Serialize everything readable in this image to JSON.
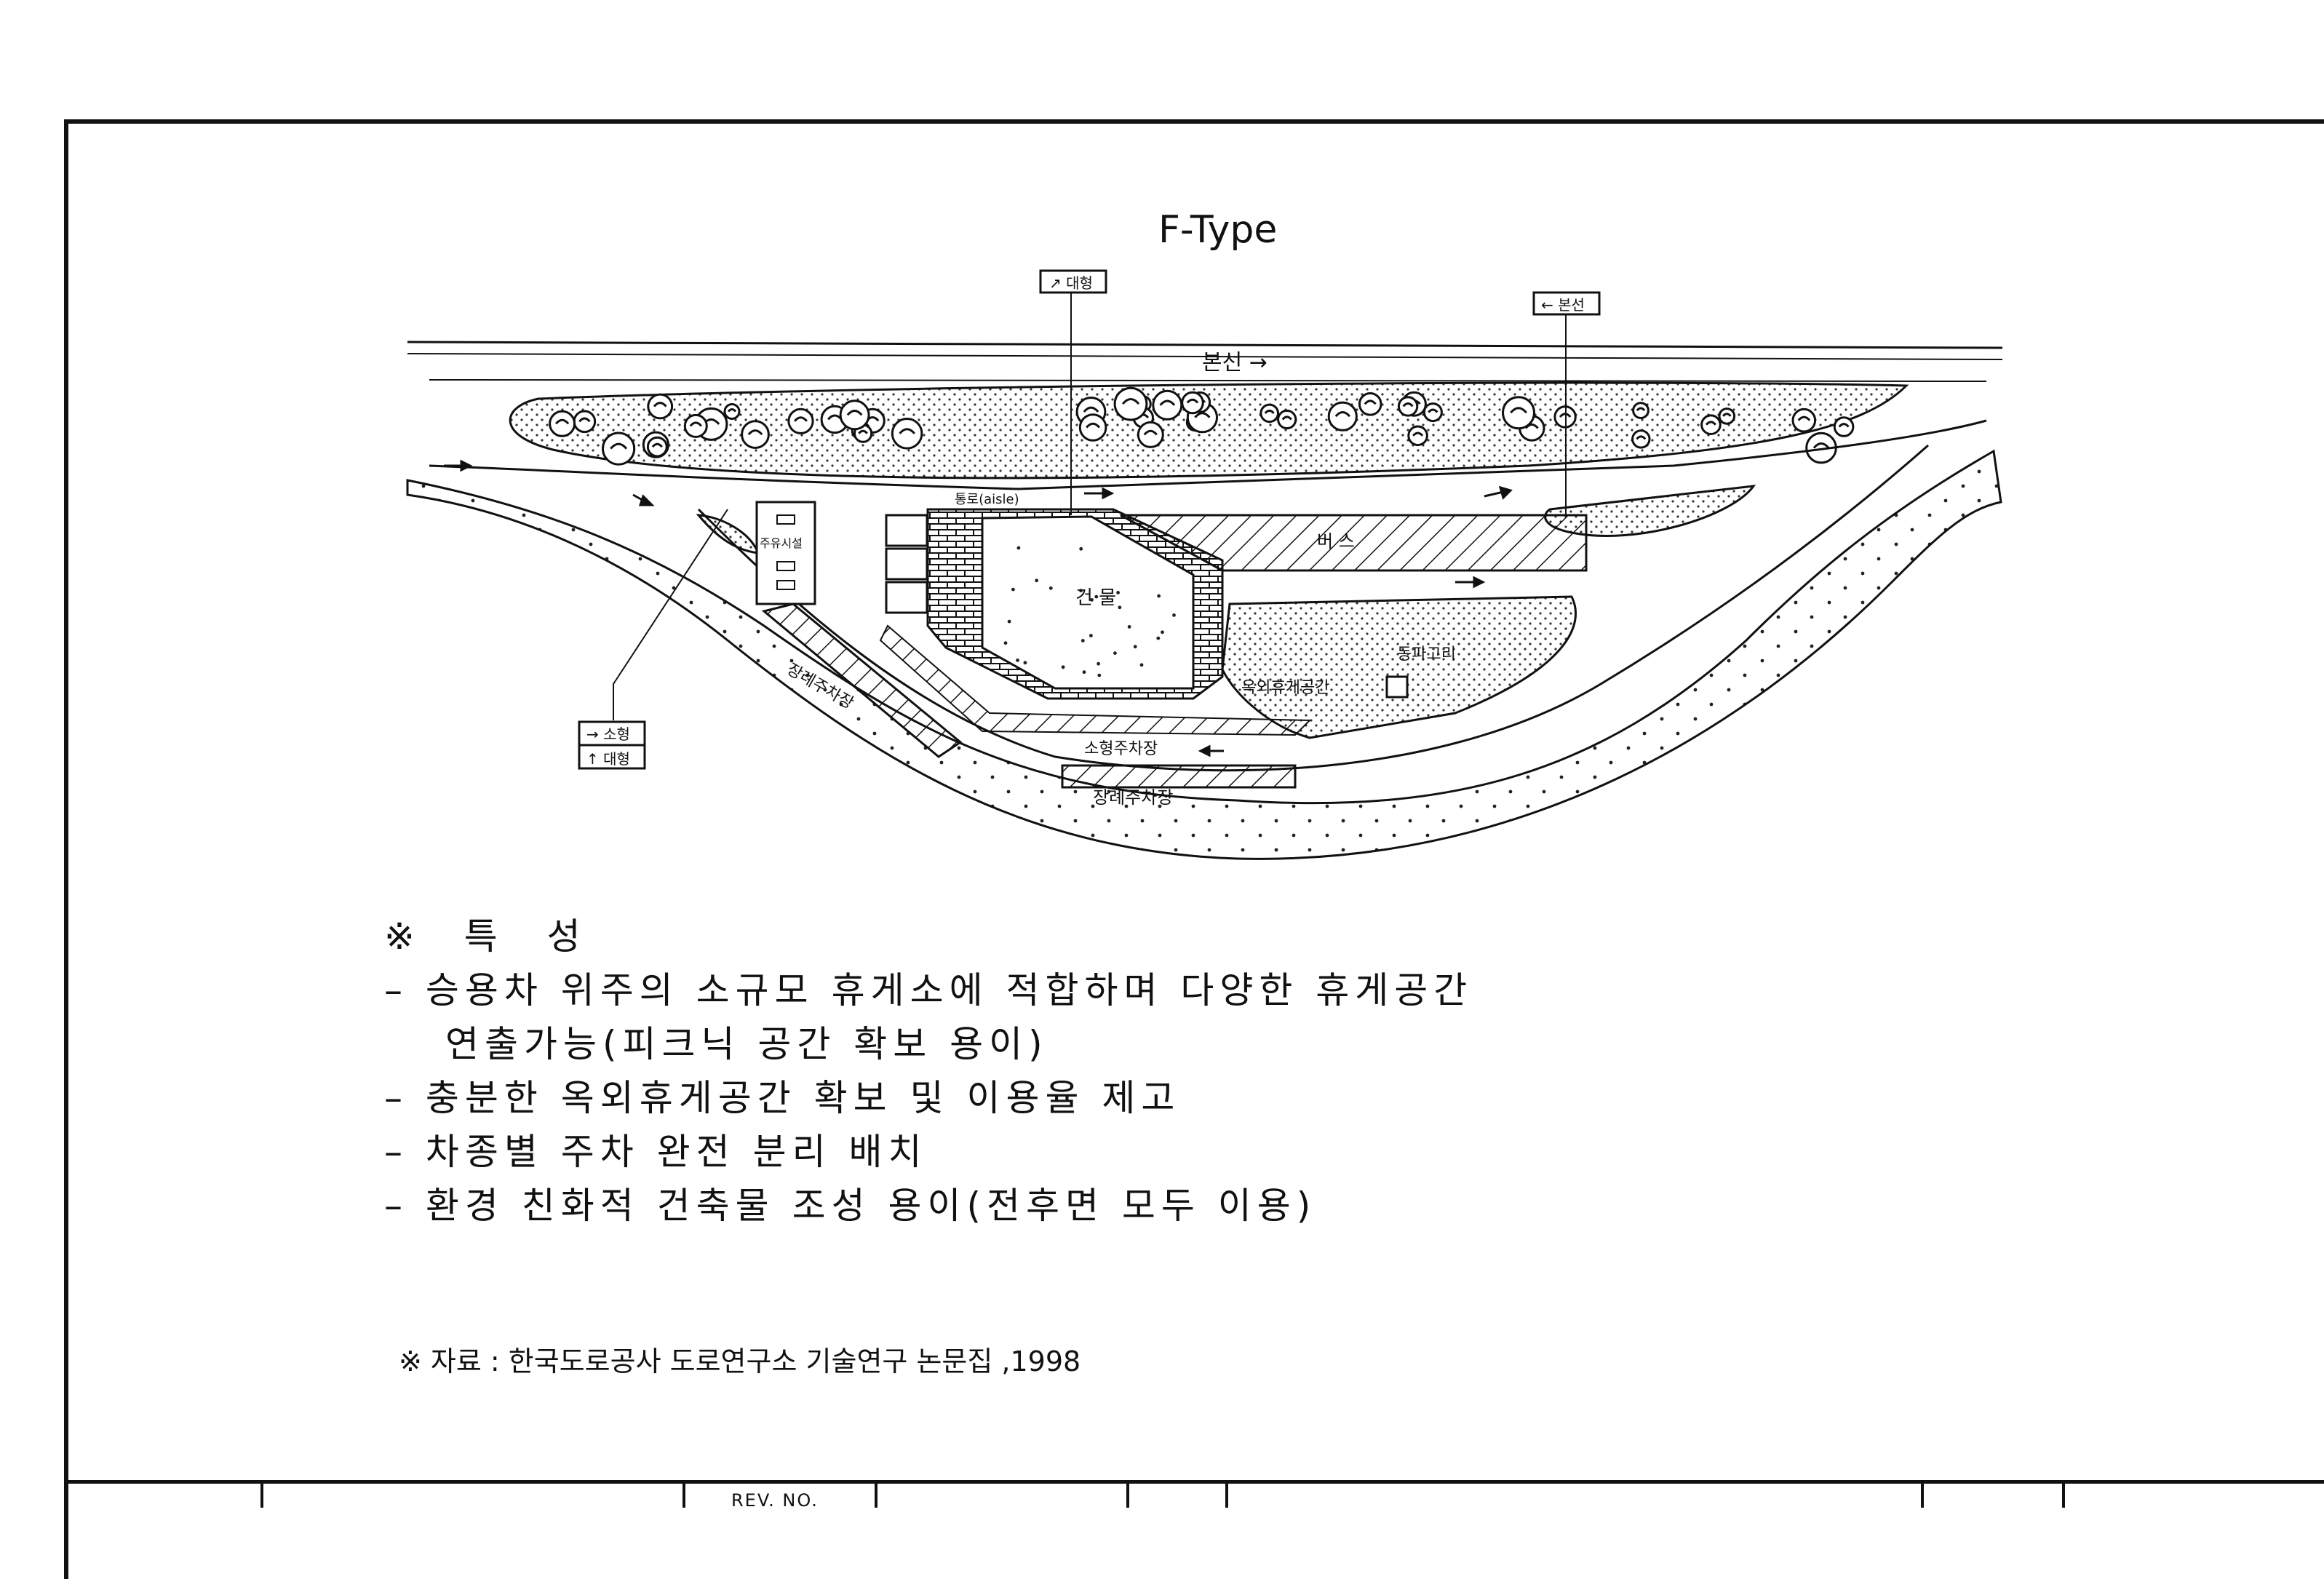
{
  "diagram": {
    "title": "F-Type",
    "labels": {
      "main_line": "본선 →",
      "tag_large_in": "↗ 대형",
      "tag_main": "← 본선",
      "tag_small": "→ 소형",
      "tag_large": "↑ 대형",
      "aisle": "통로(aisle)",
      "gas_station": "주유시설",
      "building": "건 물",
      "bus": "버 스",
      "outdoor_rest": "옥외휴게공간",
      "green_corridor": "동파고리",
      "long_parking_left": "장례주차장",
      "small_parking": "소형주차장",
      "long_parking_bottom": "장례주차장"
    }
  },
  "features": {
    "heading": "※ 특 성",
    "items": [
      "– 승용차 위주의 소규모 휴게소에 적합하며 다양한 휴게공간",
      "연출가능(피크닉 공간 확보 용이)",
      "– 충분한 옥외휴게공간 확보 및 이용율 제고",
      "– 차종별 주차 완전 분리 배치",
      "– 환경 친화적 건축물 조성 용이(전후면 모두 이용)"
    ]
  },
  "source": "※ 자료 : 한국도로공사 도로연구소 기술연구 논문집 ,1998",
  "title_block": {
    "rev_label": "REV. NO."
  }
}
